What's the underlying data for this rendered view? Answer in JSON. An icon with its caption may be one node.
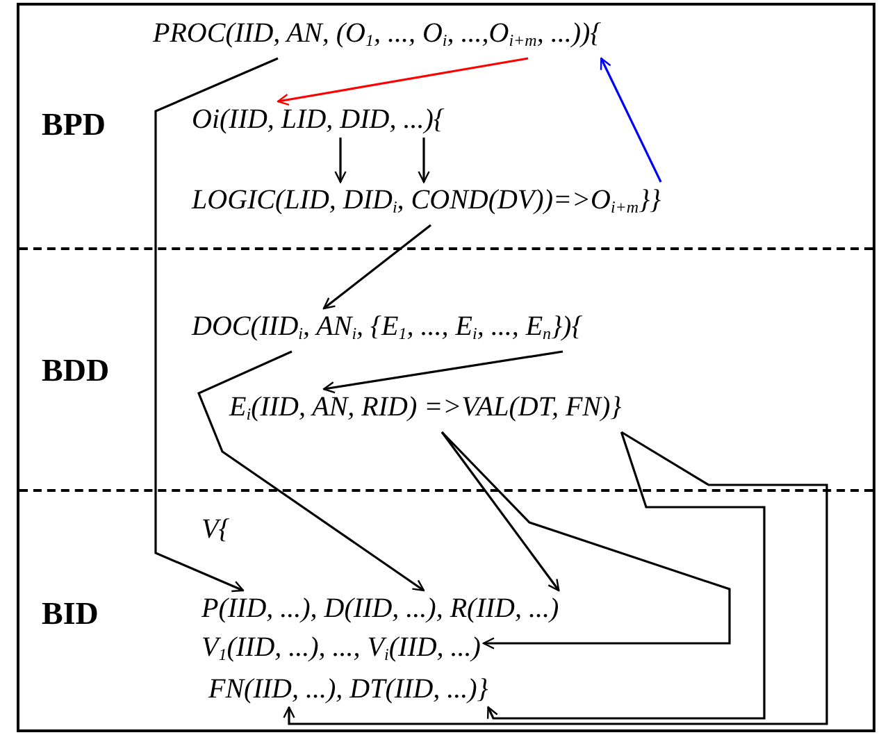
{
  "diagram": {
    "nodes": [
      {
        "text": [
          "BPD"
        ]
      },
      {
        "text": [
          "PROC(IID, AN, (O$_{1}$, ..., O$_{i}$, ...,O$_{i+m}$, ...)){"
        ],
        "in": 0
      },
      {
        "text": [
          "Oi(IID, LID, DID, ...){"
        ],
        "in": 0
      },
      {
        "text": [
          "LOGIC(LID, DID$_{i}$, COND(DV))=>O$_{i+m}$}}"
        ],
        "in": 0
      },
      {
        "text": [
          "BDD"
        ]
      },
      {
        "text": [
          "DOC(IID$_{i}$, AN$_{i}$, {E$_{1}$, ..., E$_{i}$, ..., E$_{n}$}){"
        ],
        "in": 4
      },
      {
        "text": [
          "E$_{i}$(IID, AN, RID) =>VAL(DT, FN)}"
        ],
        "in": 4
      },
      {
        "text": [
          "BID"
        ]
      },
      {
        "text": [
          "V{"
        ],
        "in": 7
      },
      {
        "text": [
          "P(IID, ...), D(IID, ...), R(IID, ...)"
        ],
        "in": 7
      },
      {
        "text": [
          "V$_{1}$(IID, ...), ..., V$_{i}$(IID, ...)"
        ],
        "in": 7
      },
      {
        "text": [
          "FN(IID, ...), DT(IID, ...)}"
        ],
        "in": 7
      }
    ],
    "edges": [
      {
        "from": 1,
        "to": 9,
        "arrow": "to"
      },
      {
        "from": 1,
        "to": 2,
        "arrow": "to",
        "color": "#ff0000"
      },
      {
        "from": 3,
        "to": 1,
        "arrow": "to",
        "color": "#0000ff"
      },
      {
        "from": 2,
        "to": 3,
        "arrow": "to"
      },
      {
        "from": 2,
        "to": 3,
        "arrow": "to"
      },
      {
        "from": 3,
        "to": 5,
        "arrow": "to"
      },
      {
        "from": 5,
        "to": 9,
        "arrow": "to"
      },
      {
        "from": 5,
        "to": 6,
        "arrow": "to"
      },
      {
        "from": 6,
        "to": 9,
        "arrow": "to"
      },
      {
        "from": 6,
        "to": 10,
        "arrow": "to"
      },
      {
        "from": 6,
        "to": 11,
        "arrow": "to"
      },
      {
        "from": 6,
        "to": 11,
        "arrow": "to"
      }
    ]
  }
}
